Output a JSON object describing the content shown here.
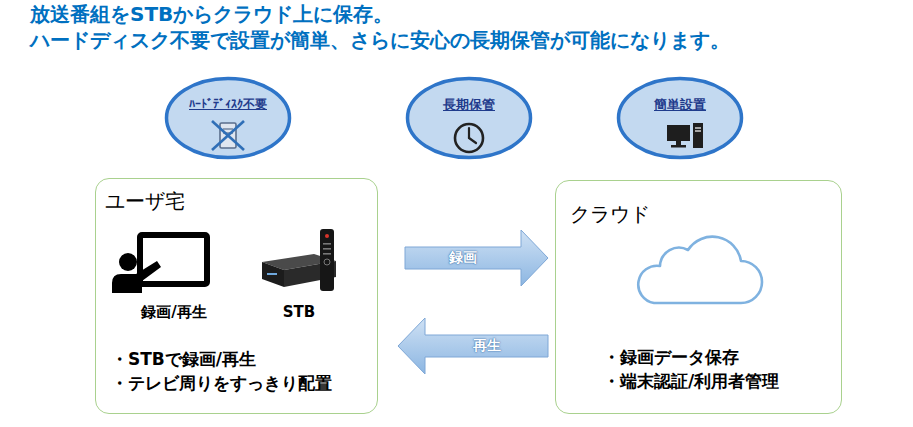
{
  "diagram": {
    "title": "放送番組をSTBからクラウド上に保存。",
    "nodes": [
      {
        "text": [
          "ﾊｰﾄﾞﾃﾞｨｽｸ不要"
        ]
      },
      {
        "text": [
          "長期保管"
        ]
      },
      {
        "text": [
          "簡単設置"
        ]
      },
      {
        "text": [
          "ユーザ宅",
          "録画/再生",
          "STB",
          "・STBで録画/再生",
          "・テレビ周りをすっきり配置"
        ]
      },
      {
        "text": [
          "クラウド",
          "・録画データ保存",
          "・端末認証/利用者管理"
        ]
      }
    ],
    "edges": [
      {
        "from": 3,
        "to": 4,
        "label": "録画",
        "arrow": "to"
      },
      {
        "from": 4,
        "to": 3,
        "label": "再生",
        "arrow": "to"
      }
    ],
    "labels": [
      "ハードディスク不要で設置が簡単、さらに安心の長期保管が可能になります。"
    ]
  }
}
